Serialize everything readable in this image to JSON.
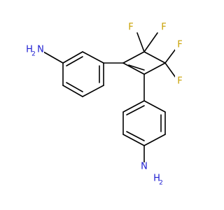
{
  "molecule": {
    "colors": {
      "bond": "#000000",
      "nitrogen": "#1f1fd1",
      "fluorine": "#c8a000"
    },
    "labels": {
      "n1_n": "N",
      "n1_h": "H",
      "n1_h2": "2",
      "n2_n": "N",
      "n2_h": "H",
      "n2_h2": "2",
      "f1": "F",
      "f2": "F",
      "f3": "F",
      "f4": "F"
    }
  }
}
